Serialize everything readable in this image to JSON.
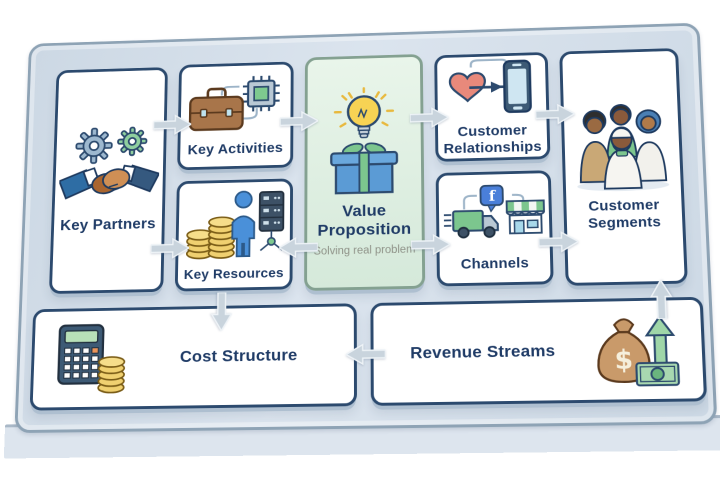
{
  "board": {
    "type": "business-model-canvas",
    "colors": {
      "board_fill": "#d4dfe9",
      "board_border": "#8ea3b5",
      "card_border": "#2c4a6e",
      "card_fill": "#ffffff",
      "value_prop_fill": "#ddeee0",
      "value_prop_border": "#84a191",
      "heading_text": "#1f3b66",
      "subtitle_text": "#8f9288",
      "arrow_fill": "#c9d4dd"
    },
    "sections": {
      "key_partners": {
        "title": "Key Partners",
        "icons": [
          "gear-icon",
          "gear-icon",
          "handshake-icon"
        ]
      },
      "key_activities": {
        "title": "Key Activities",
        "icons": [
          "briefcase-icon",
          "chip-icon"
        ]
      },
      "key_resources": {
        "title": "Key Resources",
        "icons": [
          "coins-icon",
          "person-icon",
          "server-icon"
        ]
      },
      "value_proposition": {
        "title": "Value Proposition",
        "subtitle": "Solving real problem",
        "icons": [
          "lightbulb-icon",
          "gift-icon"
        ]
      },
      "customer_relationships": {
        "title": "Customer Relationships",
        "icons": [
          "heart-icon",
          "smartphone-icon"
        ]
      },
      "channels": {
        "title": "Channels",
        "facebook_letter": "f",
        "icons": [
          "truck-icon",
          "facebook-icon",
          "storefront-icon"
        ]
      },
      "customer_segments": {
        "title": "Customer Segments",
        "icons": [
          "people-group-icon"
        ]
      },
      "cost_structure": {
        "title": "Cost Structure",
        "icons": [
          "calculator-icon",
          "coins-icon"
        ]
      },
      "revenue_streams": {
        "title": "Revenue Streams",
        "currency_symbol": "$",
        "icons": [
          "money-bag-icon",
          "up-arrow-icon",
          "banknote-icon"
        ]
      }
    },
    "arrows": [
      {
        "name": "key-partners-to-key-activities",
        "direction": "right"
      },
      {
        "name": "key-activities-to-value-proposition",
        "direction": "right"
      },
      {
        "name": "value-proposition-to-customer-relationships",
        "direction": "right"
      },
      {
        "name": "customer-relationships-to-customer-segments",
        "direction": "right"
      },
      {
        "name": "key-partners-to-key-resources",
        "direction": "right"
      },
      {
        "name": "value-proposition-to-key-resources",
        "direction": "left"
      },
      {
        "name": "value-proposition-to-channels",
        "direction": "right"
      },
      {
        "name": "channels-to-customer-segments",
        "direction": "right"
      },
      {
        "name": "key-resources-to-cost-structure",
        "direction": "down"
      },
      {
        "name": "revenue-streams-to-cost-structure",
        "direction": "left"
      },
      {
        "name": "revenue-streams-to-customer-segments",
        "direction": "up"
      }
    ]
  }
}
